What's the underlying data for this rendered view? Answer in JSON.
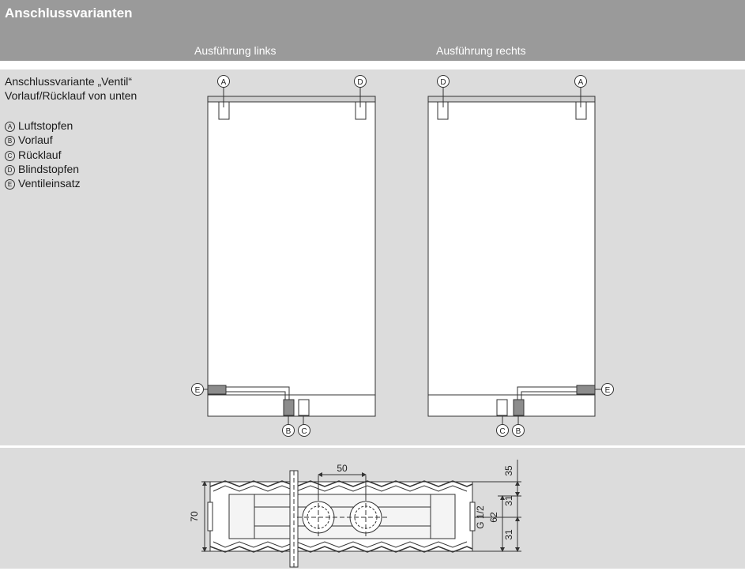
{
  "header": {
    "title": "Anschlussvarianten",
    "col_left": "Ausführung links",
    "col_right": "Ausführung rechts"
  },
  "description": {
    "line1": "Anschlussvariante „Ventil“",
    "line2": "Vorlauf/Rücklauf von unten"
  },
  "legend": [
    {
      "key": "A",
      "label": "Luftstopfen"
    },
    {
      "key": "B",
      "label": "Vorlauf"
    },
    {
      "key": "C",
      "label": "Rücklauf"
    },
    {
      "key": "D",
      "label": "Blindstopfen"
    },
    {
      "key": "E",
      "label": "Ventileinsatz"
    }
  ],
  "dimensions": {
    "spacing": "50",
    "height": "70",
    "top": "35",
    "upper": "31",
    "lower": "31",
    "total": "62",
    "thread": "G 1/2"
  },
  "colors": {
    "header": "#9a9a9a",
    "panel": "#dcdcdc",
    "line": "#333333",
    "part_fill": "#8c8c8c"
  }
}
